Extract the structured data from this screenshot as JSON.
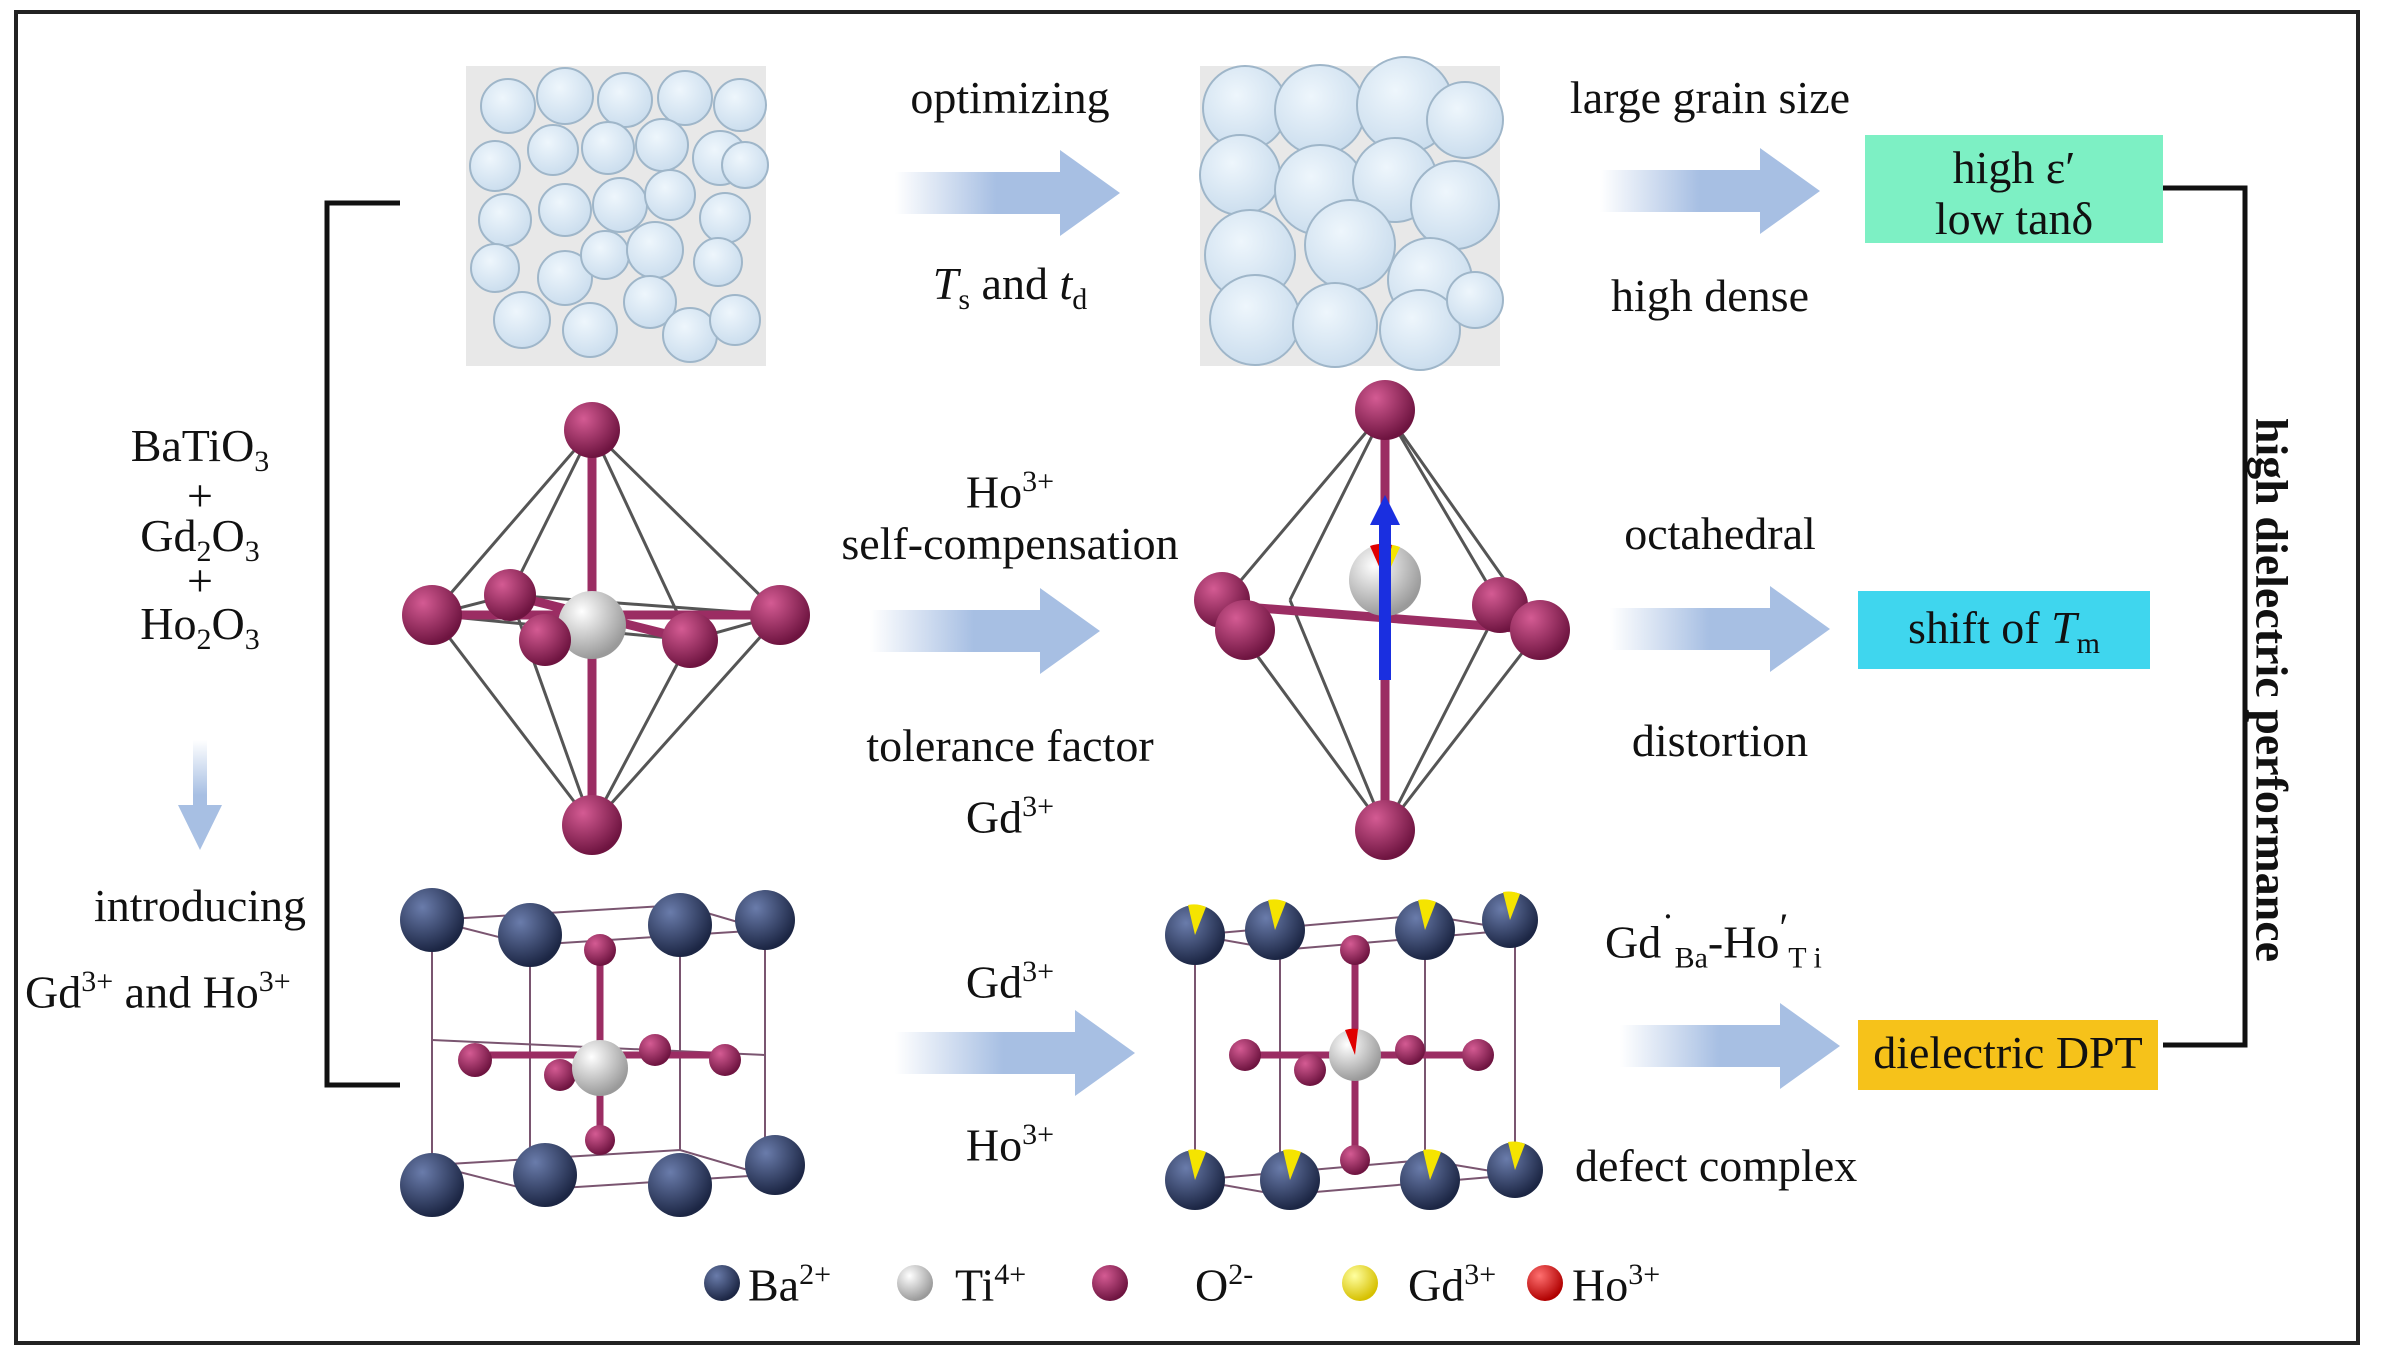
{
  "left_column": {
    "reactant1": "BaTiO",
    "reactant1_sub": "3",
    "plus1": "+",
    "reactant2": "Gd",
    "reactant2_sub1": "2",
    "reactant2_rest": "O",
    "reactant2_sub2": "3",
    "plus2": "+",
    "reactant3": "Ho",
    "reactant3_sub1": "2",
    "reactant3_rest": "O",
    "reactant3_sub2": "3",
    "introducing": "introducing",
    "ions_gd": "Gd",
    "ions_gd_sup": "3+",
    "ions_and": " and Ho",
    "ions_ho_sup": "3+"
  },
  "row1": {
    "label_top": "optimizing",
    "label_bottom_T": "T",
    "label_bottom_T_sub": "s",
    "label_bottom_and": " and ",
    "label_bottom_t": "t",
    "label_bottom_t_sub": "d",
    "result_top": "large grain size",
    "result_bottom": "high dense",
    "box_line1": "high ε′",
    "box_line2": "low tanδ"
  },
  "row2": {
    "label_top_ion": "Ho",
    "label_top_sup": "3+",
    "label_top2": "self-compensation",
    "label_bottom1": "tolerance factor",
    "label_bottom_ion": "Gd",
    "label_bottom_sup": "3+",
    "result_top": "octahedral",
    "result_bottom": "distortion",
    "box_text": "shift of ",
    "box_T": "T",
    "box_T_sub": "m"
  },
  "row3": {
    "label_top_ion": "Gd",
    "label_top_sup": "3+",
    "label_bottom_ion": "Ho",
    "label_bottom_sup": "3+",
    "defect_gd": "Gd",
    "defect_dot": "˙",
    "defect_ba": "Ba",
    "defect_dash": "-Ho",
    "defect_prime": "′",
    "defect_ti": "T i",
    "defect_label": "defect complex",
    "box_text": "dielectric DPT"
  },
  "right_label": "high dielectric performance",
  "legend": [
    {
      "ion": "Ba",
      "sup": "2+",
      "color": "#2f3f66"
    },
    {
      "ion": "Ti",
      "sup": "4+",
      "color": "#cfcfcf"
    },
    {
      "ion": "O",
      "sup": "2-",
      "color": "#8a2556"
    },
    {
      "ion": "Gd",
      "sup": "3+",
      "color": "#f5e400"
    },
    {
      "ion": "Ho",
      "sup": "3+",
      "color": "#e00000"
    }
  ],
  "colors": {
    "box1": "#7df0c4",
    "box2": "#3fd6ee",
    "box3": "#f6c21a",
    "arrow": "#a9c0e2",
    "grain_bg": "#e8e8e8",
    "grain": "#d6e6f2",
    "ba": "#2f3f66",
    "ti": "#cfcfcf",
    "o": "#8a2556"
  }
}
